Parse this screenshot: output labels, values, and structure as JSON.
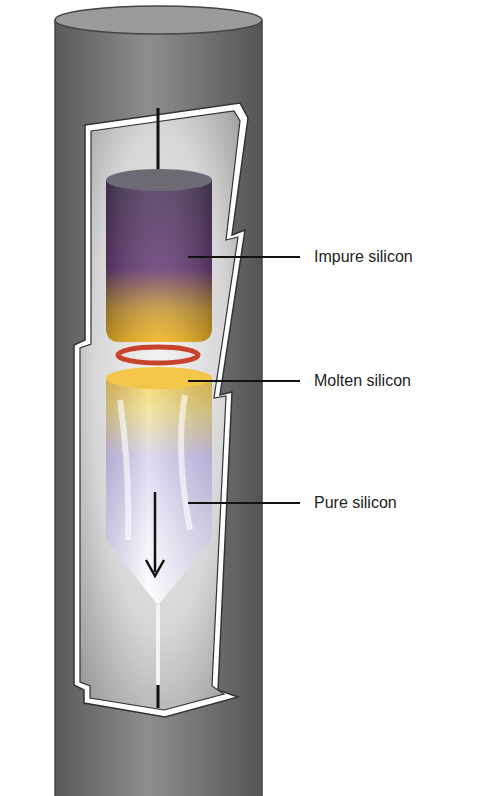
{
  "diagram": {
    "labels": [
      "Impure silicon",
      "Molten silicon",
      "Pure silicon"
    ]
  }
}
